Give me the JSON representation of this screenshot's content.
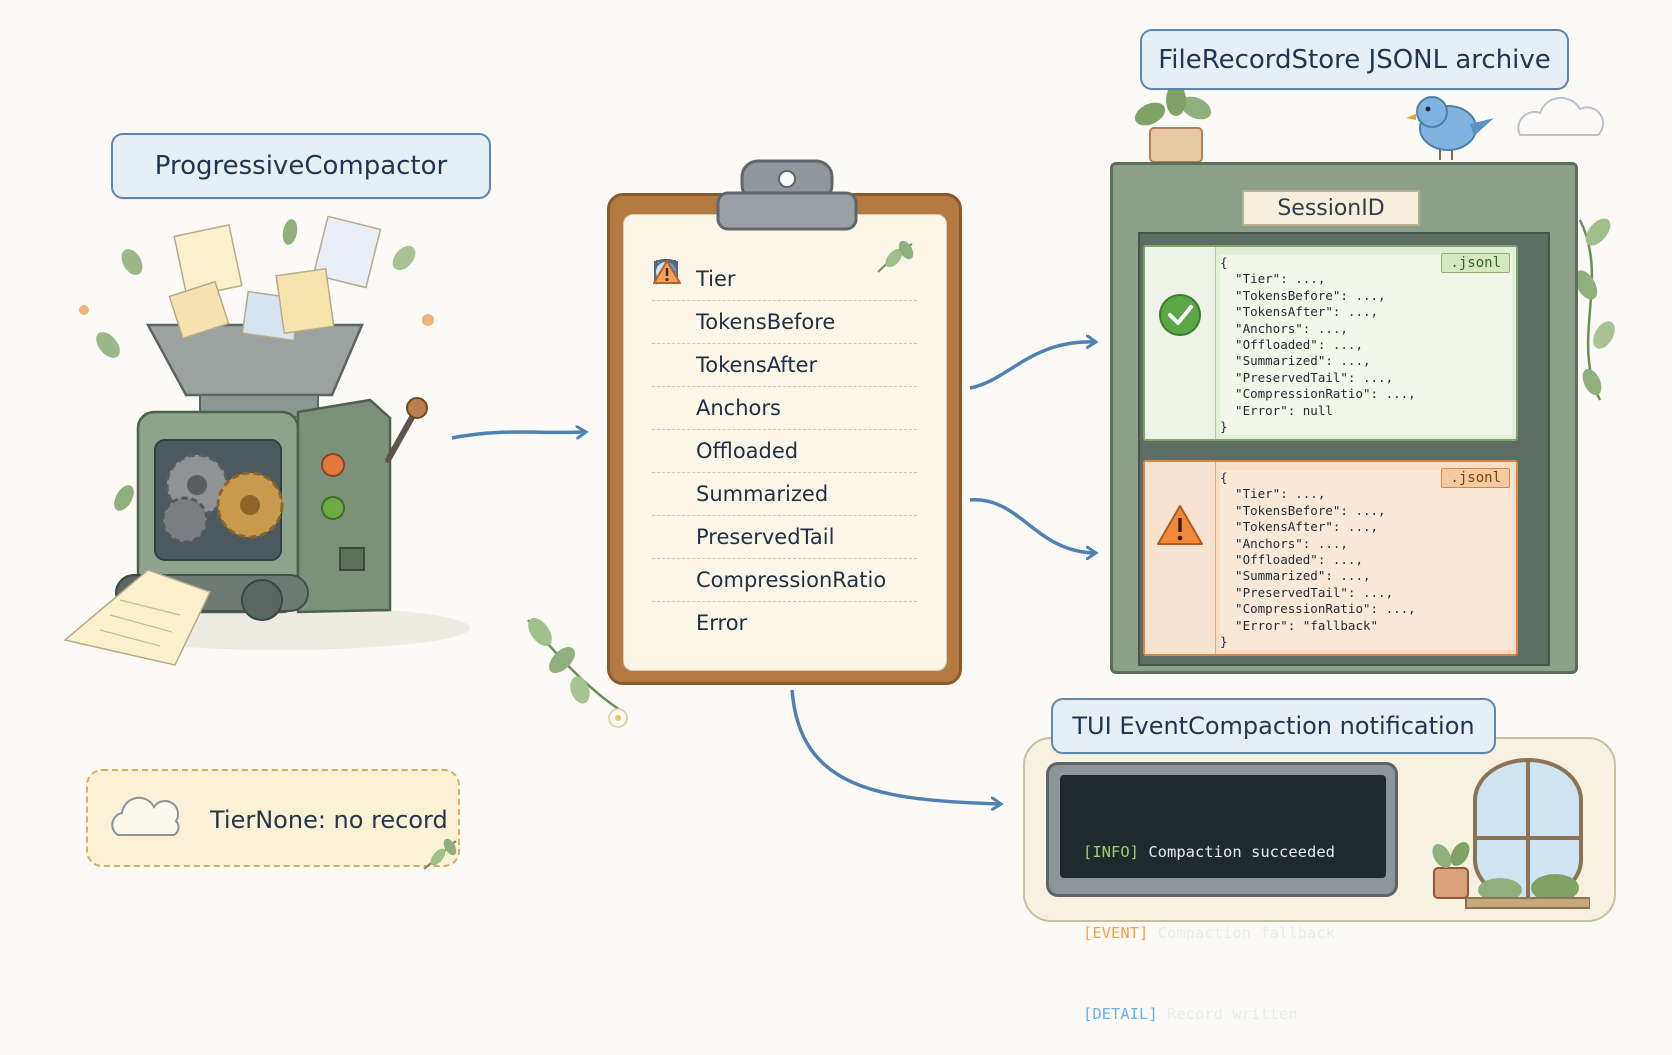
{
  "compactor": {
    "title": "ProgressiveCompactor"
  },
  "record_fields": [
    {
      "label": "Tier",
      "icon": "tag-icon"
    },
    {
      "label": "TokensBefore",
      "icon": "database-icon"
    },
    {
      "label": "TokensAfter",
      "icon": "database-icon"
    },
    {
      "label": "Anchors",
      "icon": "anchor-icon"
    },
    {
      "label": "Offloaded",
      "icon": "box-icon"
    },
    {
      "label": "Summarized",
      "icon": "document-icon"
    },
    {
      "label": "PreservedTail",
      "icon": "feather-icon"
    },
    {
      "label": "CompressionRatio",
      "icon": "pie-chart-icon"
    },
    {
      "label": "Error",
      "icon": "warning-icon"
    }
  ],
  "archive": {
    "title": "FileRecordStore JSONL archive",
    "session_label": "SessionID",
    "records": [
      {
        "status": "success",
        "tag": ".jsonl",
        "json": "{\n  \"Tier\": ...,\n  \"TokensBefore\": ...,\n  \"TokensAfter\": ...,\n  \"Anchors\": ...,\n  \"Offloaded\": ...,\n  \"Summarized\": ...,\n  \"PreservedTail\": ...,\n  \"CompressionRatio\": ...,\n  \"Error\": null\n}"
      },
      {
        "status": "warning",
        "tag": ".jsonl",
        "json": "{\n  \"Tier\": ...,\n  \"TokensBefore\": ...,\n  \"TokensAfter\": ...,\n  \"Anchors\": ...,\n  \"Offloaded\": ...,\n  \"Summarized\": ...,\n  \"PreservedTail\": ...,\n  \"CompressionRatio\": ...,\n  \"Error\": \"fallback\"\n}"
      }
    ]
  },
  "notification": {
    "title": "TUI EventCompaction notification",
    "lines": [
      {
        "level": "[INFO]",
        "message": "Compaction succeeded"
      },
      {
        "level": "[EVENT]",
        "message": "Compaction fallback"
      },
      {
        "level": "[DETAIL]",
        "message": "Record written"
      }
    ]
  },
  "tier_none": {
    "text": "TierNone: no record"
  },
  "colors": {
    "arrow": "#4f82b3",
    "label_fill": "#e6eef6",
    "label_border": "#5f86ad",
    "success": "#4a9a3c",
    "warning": "#e0782a"
  }
}
